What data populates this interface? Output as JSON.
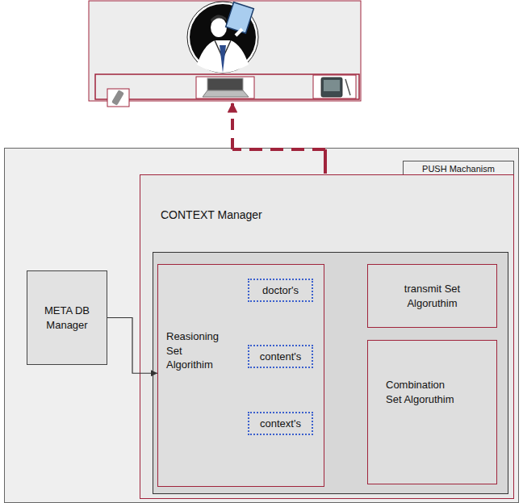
{
  "diagram": {
    "nodes": [
      {
        "text": [
          "PUSH Machanism"
        ]
      },
      {
        "text": [
          "META DB Manager"
        ],
        "in": 0
      },
      {
        "text": [
          "CONTEXT Manager"
        ],
        "in": 0
      },
      {
        "text": [
          "Reasioning Set Algorithim"
        ],
        "in": 2
      },
      {
        "text": [
          "doctor's"
        ],
        "in": 3
      },
      {
        "text": [
          "content's"
        ],
        "in": 3
      },
      {
        "text": [
          "context's"
        ],
        "in": 3
      },
      {
        "text": [
          "transmit Set Algoruthim"
        ],
        "in": 2
      },
      {
        "text": [
          "Combination Set Algoruthim"
        ],
        "in": 2
      }
    ],
    "edges": [
      {
        "from": 1,
        "to": 3,
        "arrow": "to"
      }
    ]
  }
}
